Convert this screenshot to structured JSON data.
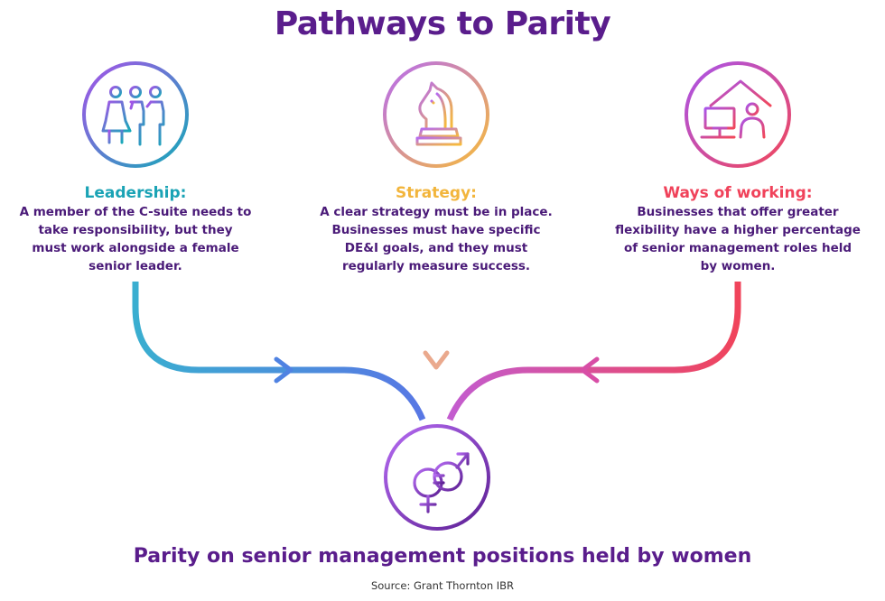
{
  "title": "Pathways to Parity",
  "colors": {
    "title": "#5a1d8c",
    "leadership": "#1aa3b5",
    "strategy": "#f2b53c",
    "ways": "#f0425a",
    "body_text": "#4a1a78",
    "left_arrow": "#4a7fe0",
    "middle_arrow": "#efac8a",
    "right_arrow": "#de4f9f"
  },
  "pillars": [
    {
      "heading": "Leadership:",
      "lines": [
        "A member of the C-suite needs to",
        "take responsibility, but they",
        "must work alongside a female",
        "senior leader."
      ],
      "icon": "people-icon"
    },
    {
      "heading": "Strategy:",
      "lines": [
        "A clear strategy must be in place.",
        "Businesses must have specific",
        "DE&I goals, and they must",
        "regularly measure success."
      ],
      "icon": "chess-knight-icon"
    },
    {
      "heading": "Ways of working:",
      "lines": [
        "Businesses that offer greater",
        "flexibility have a higher percentage",
        "of senior management roles held",
        "by women."
      ],
      "icon": "home-office-icon"
    }
  ],
  "outcome": {
    "label": "Parity on senior management positions held by women",
    "icon": "gender-equality-icon"
  },
  "source": "Source: Grant Thornton IBR"
}
